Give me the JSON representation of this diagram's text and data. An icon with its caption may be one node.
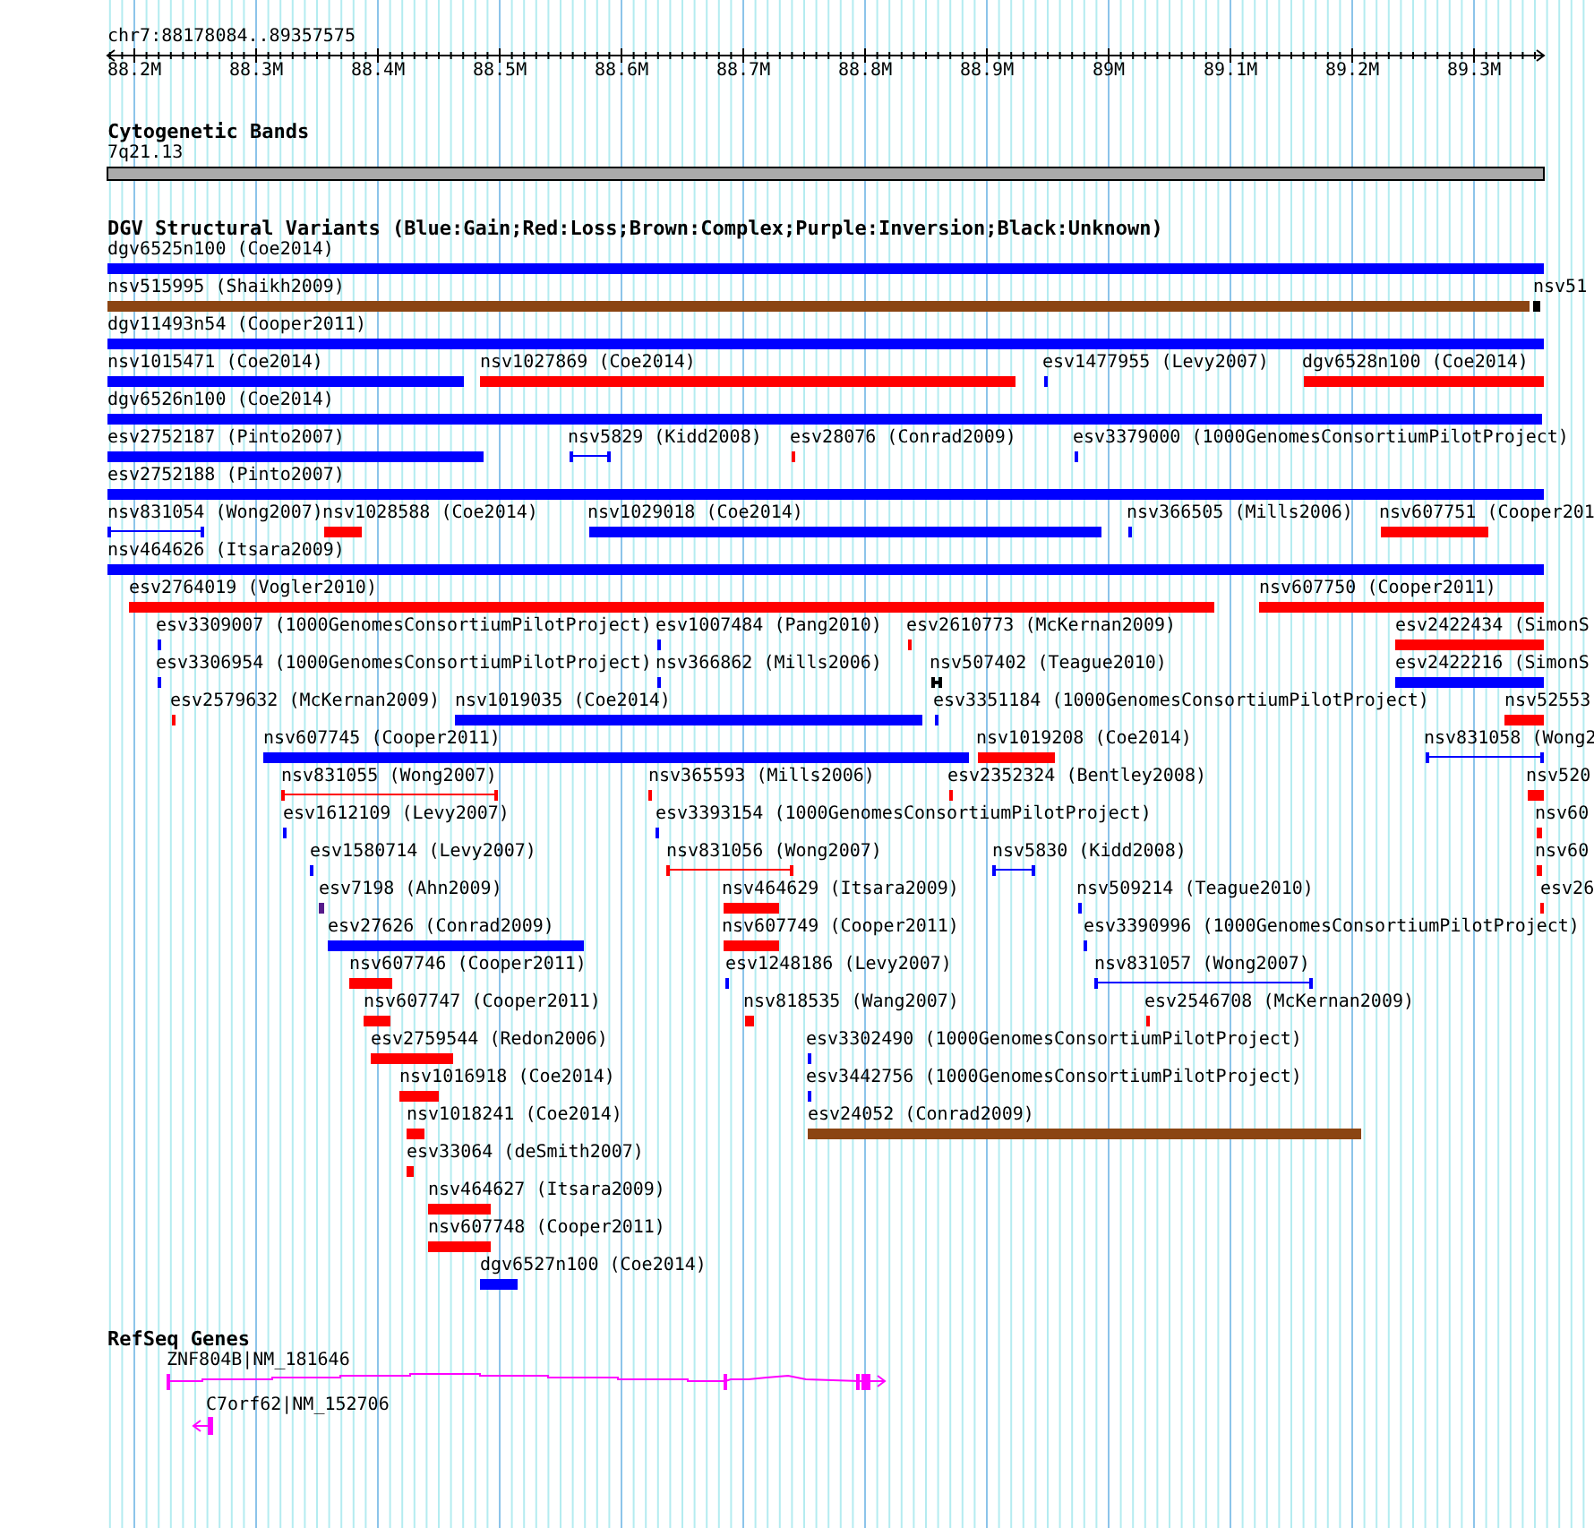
{
  "diagram": {
    "labels": [
      "chr7:88178084..89357575",
      "88.2M",
      "88.3M",
      "88.4M",
      "88.5M",
      "88.6M",
      "88.7M",
      "88.8M",
      "88.9M",
      "89M",
      "89.1M",
      "89.2M",
      "89.3M",
      "Cytogenetic Bands",
      "7q21.13",
      "DGV Structural Variants (Blue:Gain;Red:Loss;Brown:Complex;Purple:Inversion;Black:Unknown)",
      "dgv6525n100 (Coe2014)",
      "nsv515995 (Shaikh2009)",
      "nsv51",
      "dgv11493n54 (Cooper2011)",
      "nsv1015471 (Coe2014)",
      "nsv1027869 (Coe2014)",
      "esv1477955 (Levy2007)",
      "dgv6528n100 (Coe2014)",
      "dgv6526n100 (Coe2014)",
      "esv2752187 (Pinto2007)",
      "nsv5829 (Kidd2008)",
      "esv28076 (Conrad2009)",
      "esv3379000 (1000GenomesConsortiumPilotProject)",
      "esv2752188 (Pinto2007)",
      "nsv831054 (Wong2007)",
      "nsv1028588 (Coe2014)",
      "nsv1029018 (Coe2014)",
      "nsv366505 (Mills2006)",
      "nsv607751 (Cooper201",
      "nsv464626 (Itsara2009)",
      "esv2764019 (Vogler2010)",
      "nsv607750 (Cooper2011)",
      "esv3309007 (1000GenomesConsortiumPilotProject)",
      "esv1007484 (Pang2010)",
      "esv2610773 (McKernan2009)",
      "esv2422434 (SimonS",
      "esv3306954 (1000GenomesConsortiumPilotProject)",
      "nsv366862 (Mills2006)",
      "nsv507402 (Teague2010)",
      "esv2422216 (SimonS",
      "esv2579632 (McKernan2009)",
      "nsv1019035 (Coe2014)",
      "esv3351184 (1000GenomesConsortiumPilotProject)",
      "nsv52553",
      "nsv607745 (Cooper2011)",
      "nsv1019208 (Coe2014)",
      "nsv831058 (Wong2",
      "nsv831055 (Wong2007)",
      "nsv365593 (Mills2006)",
      "esv2352324 (Bentley2008)",
      "nsv520",
      "esv1612109 (Levy2007)",
      "esv3393154 (1000GenomesConsortiumPilotProject)",
      "nsv60",
      "esv1580714 (Levy2007)",
      "nsv831056 (Wong2007)",
      "nsv5830 (Kidd2008)",
      "nsv60",
      "esv7198 (Ahn2009)",
      "nsv464629 (Itsara2009)",
      "nsv509214 (Teague2010)",
      "esv26",
      "esv27626 (Conrad2009)",
      "nsv607749 (Cooper2011)",
      "esv3390996 (1000GenomesConsortiumPilotProject)",
      "nsv607746 (Cooper2011)",
      "esv1248186 (Levy2007)",
      "nsv831057 (Wong2007)",
      "nsv607747 (Cooper2011)",
      "nsv818535 (Wang2007)",
      "esv2546708 (McKernan2009)",
      "esv2759544 (Redon2006)",
      "esv3302490 (1000GenomesConsortiumPilotProject)",
      "nsv1016918 (Coe2014)",
      "esv3442756 (1000GenomesConsortiumPilotProject)",
      "nsv1018241 (Coe2014)",
      "esv24052 (Conrad2009)",
      "esv33064 (deSmith2007)",
      "nsv464627 (Itsara2009)",
      "nsv607748 (Cooper2011)",
      "dgv6527n100 (Coe2014)",
      "RefSeq Genes",
      "ZNF804B|NM_181646",
      "C7orf62|NM_152706"
    ]
  }
}
